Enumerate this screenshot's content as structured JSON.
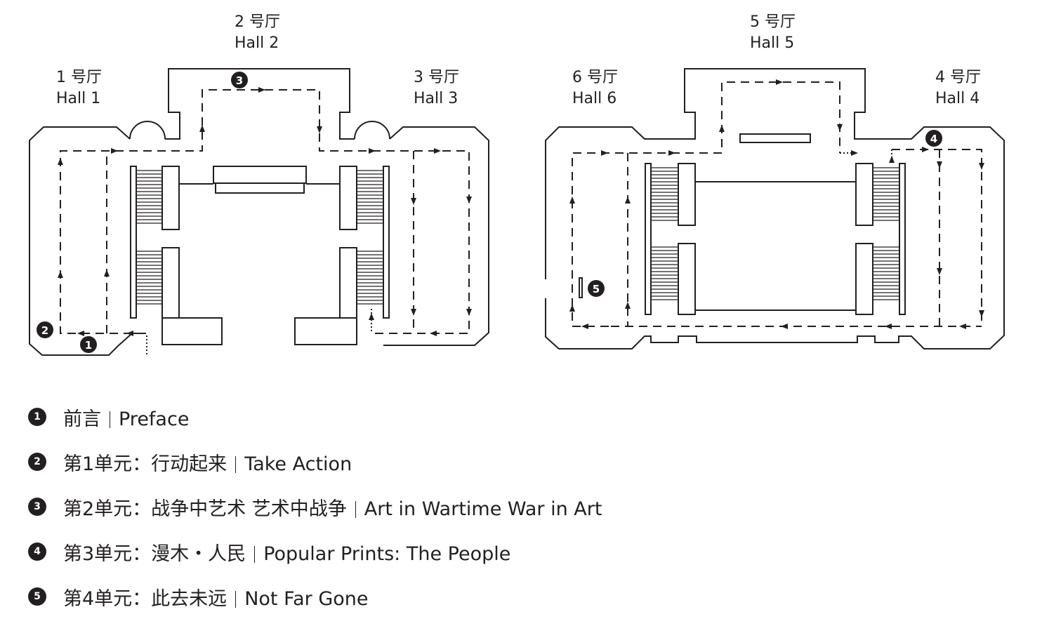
{
  "halls": {
    "hall1": {
      "cn": "1 号厅",
      "en": "Hall 1"
    },
    "hall2": {
      "cn": "2 号厅",
      "en": "Hall 2"
    },
    "hall3": {
      "cn": "3 号厅",
      "en": "Hall 3"
    },
    "hall4": {
      "cn": "4 号厅",
      "en": "Hall 4"
    },
    "hall5": {
      "cn": "5 号厅",
      "en": "Hall 5"
    },
    "hall6": {
      "cn": "6 号厅",
      "en": "Hall 6"
    }
  },
  "markers": {
    "m1": "1",
    "m2": "2",
    "m3": "3",
    "m4": "4",
    "m5": "5"
  },
  "legend": [
    {
      "num": "1",
      "cn": "前言",
      "en": "Preface"
    },
    {
      "num": "2",
      "cn": "第1单元：行动起来",
      "en": "Take Action"
    },
    {
      "num": "3",
      "cn": "第2单元：战争中艺术  艺术中战争",
      "en": "Art in Wartime War in Art"
    },
    {
      "num": "4",
      "cn": "第3单元：漫木・人民",
      "en": "Popular Prints: The People"
    },
    {
      "num": "5",
      "cn": "第4单元：此去未远",
      "en": "Not Far Gone"
    }
  ],
  "colors": {
    "ink": "#231f20",
    "background": "#ffffff"
  }
}
